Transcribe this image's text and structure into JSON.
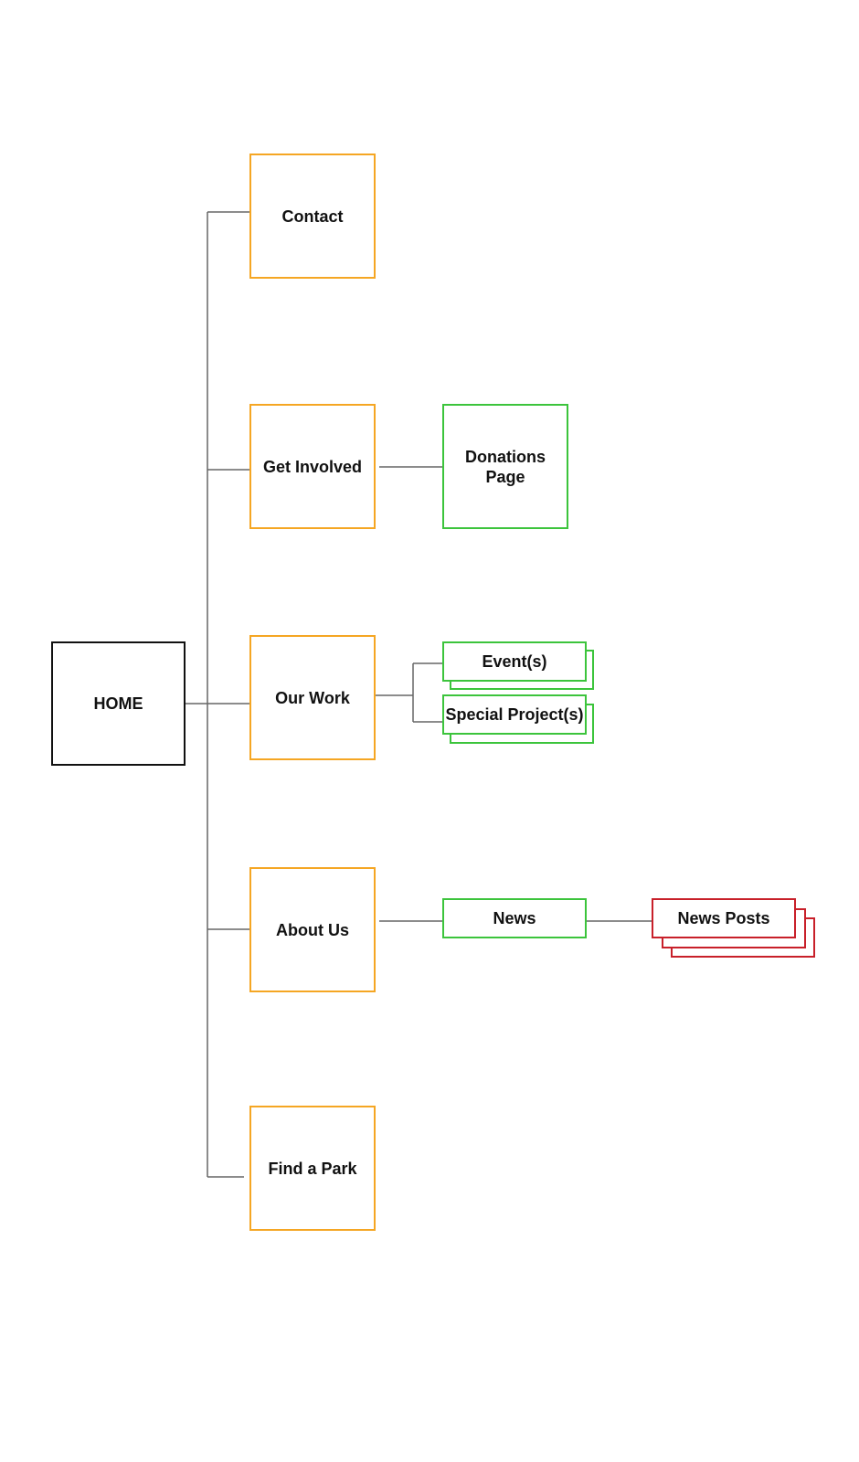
{
  "colors": {
    "home": "#111111",
    "main_section": "#f5a623",
    "sub_page": "#3cc43c",
    "post_type": "#c8202a",
    "connector": "#666666"
  },
  "nodes": {
    "home": "HOME",
    "contact": "Contact",
    "get_involved": "Get Involved",
    "our_work": "Our Work",
    "about_us": "About Us",
    "find_a_park": "Find a Park",
    "donations_page": [
      "Donations",
      "Page"
    ],
    "events": "Event(s)",
    "special_projects": "Special Project(s)",
    "news": "News",
    "news_posts": "News Posts"
  }
}
